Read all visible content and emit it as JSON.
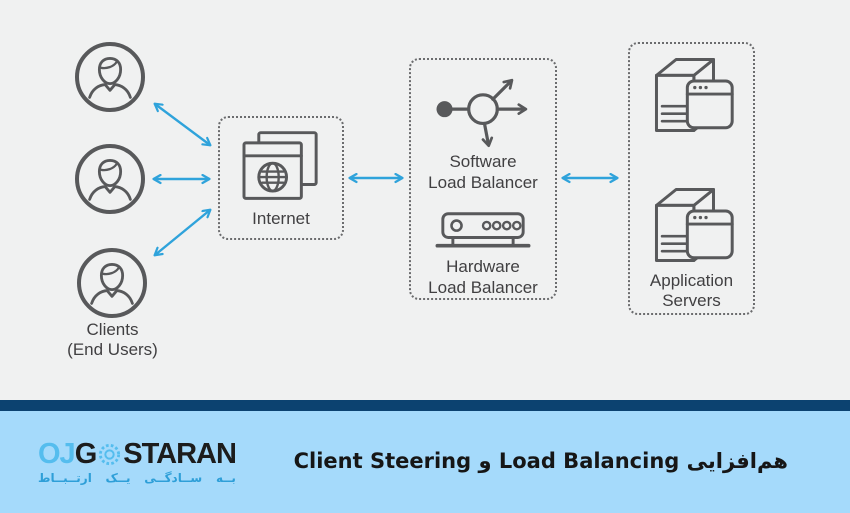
{
  "colors": {
    "canvas_bg": "#f0f1f1",
    "divider_navy": "#0c4270",
    "footer_bg": "#a5dafb",
    "arrow_blue": "#2fa3db",
    "icon_stroke": "#58595b",
    "label_text": "#414042",
    "logo_blue": "#55bdee",
    "logo_dark": "#1c1c1c",
    "caption_text": "#161616",
    "tagline_blue": "#2e9fd8"
  },
  "diagram": {
    "clients": {
      "icon": "user-icon",
      "count": 3,
      "label": "Clients\n(End Users)"
    },
    "internet": {
      "icon": "globe-browser-windows-icon",
      "label": "Internet"
    },
    "balancers": {
      "software": {
        "icon": "software-load-balancer-icon",
        "label": "Software\nLoad Balancer"
      },
      "hardware": {
        "icon": "hardware-load-balancer-icon",
        "label": "Hardware\nLoad Balancer"
      }
    },
    "servers": {
      "icon": "server-browser-window-icon",
      "count": 2,
      "label": "Application\nServers"
    }
  },
  "footer": {
    "logo": {
      "part1": "OJ",
      "part2": "G",
      "gear_icon": "gear-icon",
      "part3": "STARAN",
      "tagline": "بــه ســادگــی یــک ارتــبــاط"
    },
    "caption": "هم‌افزایی Load Balancing و Client Steering"
  }
}
